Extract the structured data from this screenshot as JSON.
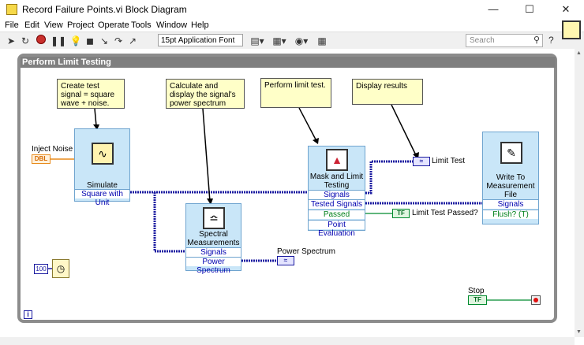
{
  "window": {
    "title": "Record Failure Points.vi Block Diagram",
    "minimize": "—",
    "maximize": "☐",
    "close": "✕"
  },
  "menu": [
    "File",
    "Edit",
    "View",
    "Project",
    "Operate",
    "Tools",
    "Window",
    "Help"
  ],
  "toolbar": {
    "font": "15pt Application Font",
    "search_placeholder": "Search",
    "help": "?"
  },
  "structure": {
    "label": "Perform Limit Testing"
  },
  "comments": [
    "Create test signal = square wave + noise.",
    "Calculate and display the signal's power spectrum",
    "Perform limit test.",
    "Display results"
  ],
  "vis": {
    "simulate": {
      "name": "Simulate Signal",
      "terminal": "Square with Unit"
    },
    "spectral": {
      "name": "Spectral Measurements",
      "terminals": [
        "Signals",
        "Power Spectrum"
      ]
    },
    "mask": {
      "name": "Mask and Limit Testing",
      "terminals": [
        "Signals",
        "Tested Signals",
        "Passed",
        "Point Evaluation"
      ]
    },
    "write": {
      "name": "Write To Measurement File",
      "terminals": [
        "Signals",
        "Flush? (T)"
      ]
    }
  },
  "controls": {
    "inject_noise": {
      "label": "Inject Noise",
      "value": "DBL"
    },
    "limit_test": {
      "label": "Limit Test"
    },
    "limit_test_passed": {
      "label": "Limit Test Passed?",
      "value": "TF"
    },
    "power_spectrum": {
      "label": "Power Spectrum"
    },
    "stop": {
      "label": "Stop",
      "value": "TF"
    },
    "wait_constant": "100",
    "info": "i"
  },
  "colors": {
    "dynamic_wire": "#1a1aa0",
    "boolean_wire": "#008a2e",
    "comment_bg": "#ffffc8",
    "vi_bg": "#c9e6f8",
    "structure_border": "#8c8c8c"
  }
}
